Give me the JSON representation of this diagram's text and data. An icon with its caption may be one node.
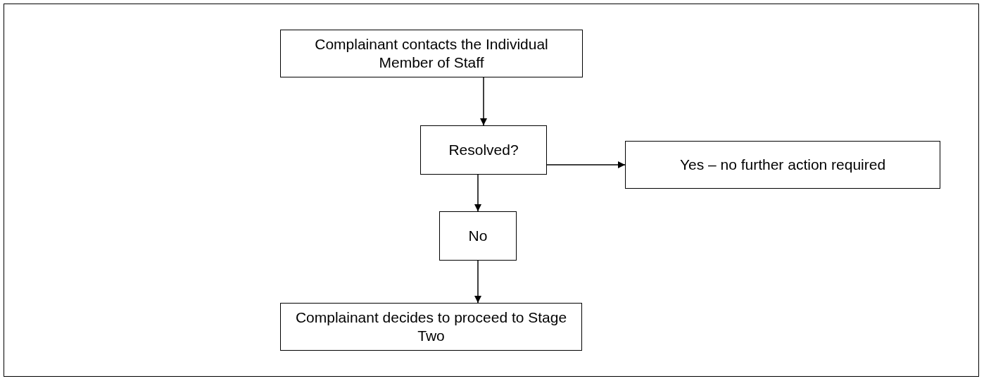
{
  "diagram": {
    "nodes": [
      {
        "text": [
          "Complainant contacts the Individual Member of Staff"
        ]
      },
      {
        "text": [
          "Resolved?"
        ]
      },
      {
        "text": [
          "Yes – no further action required"
        ]
      },
      {
        "text": [
          "No"
        ]
      },
      {
        "text": [
          "Complainant decides to proceed to Stage Two"
        ]
      }
    ],
    "edges": [
      {
        "from": 0,
        "to": 1,
        "arrow": "to"
      },
      {
        "from": 1,
        "to": 2,
        "arrow": "to"
      },
      {
        "from": 1,
        "to": 3,
        "arrow": "to"
      },
      {
        "from": 3,
        "to": 4,
        "arrow": "to"
      }
    ]
  }
}
